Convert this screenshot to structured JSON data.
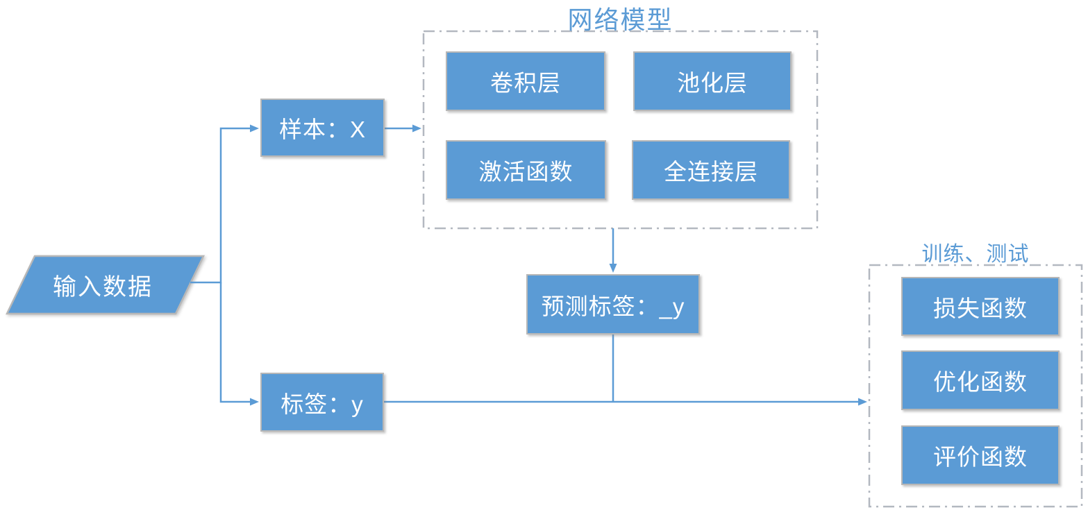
{
  "colors": {
    "accent": "#5b9bd5",
    "box_border": "#b7b7b7",
    "container_border": "#b3b8c0",
    "text_on_box": "#ffffff"
  },
  "diagram": {
    "input": {
      "label": "输入数据"
    },
    "sample_box": {
      "label": "样本：X"
    },
    "label_box": {
      "label": "标签：y"
    },
    "predicted_box": {
      "label": "预测标签：_y"
    },
    "network_group": {
      "title": "网络模型",
      "boxes": {
        "conv": "卷积层",
        "pool": "池化层",
        "activation": "激活函数",
        "fully_connected": "全连接层"
      }
    },
    "train_group": {
      "title": "训练、测试",
      "boxes": {
        "loss": "损失函数",
        "optimizer": "优化函数",
        "evaluation": "评价函数"
      }
    }
  }
}
